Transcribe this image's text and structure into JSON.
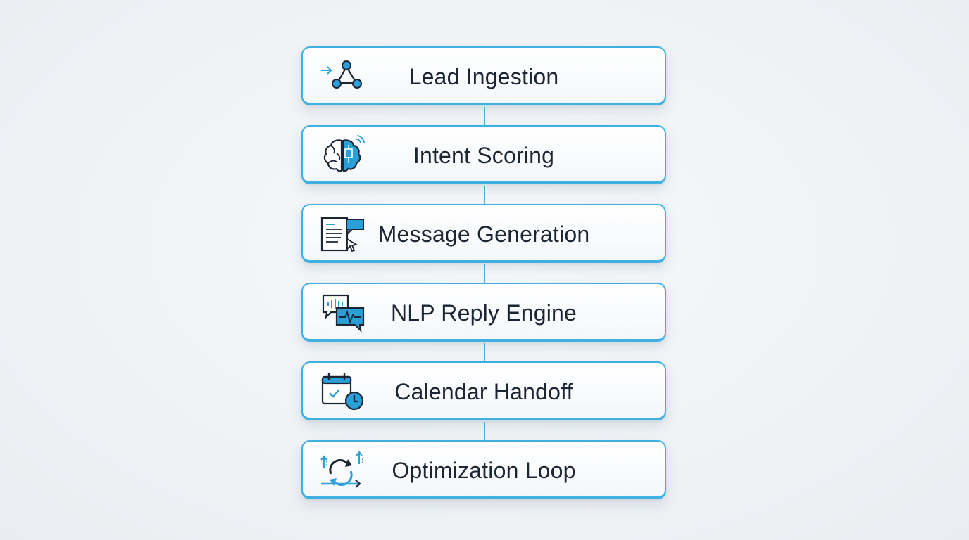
{
  "colors": {
    "accent": "#3fb0e0",
    "icon_fill": "#2a9fd8",
    "icon_stroke": "#1c2533",
    "text": "#1c2533"
  },
  "steps": [
    {
      "label": "Lead Ingestion",
      "icon": "network-nodes-icon"
    },
    {
      "label": "Intent Scoring",
      "icon": "ai-brain-icon"
    },
    {
      "label": "Message Generation",
      "icon": "document-chat-cursor-icon"
    },
    {
      "label": "NLP Reply Engine",
      "icon": "speech-bubbles-waveform-icon"
    },
    {
      "label": "Calendar Handoff",
      "icon": "calendar-clock-icon"
    },
    {
      "label": "Optimization Loop",
      "icon": "refresh-loop-arrows-icon"
    }
  ]
}
